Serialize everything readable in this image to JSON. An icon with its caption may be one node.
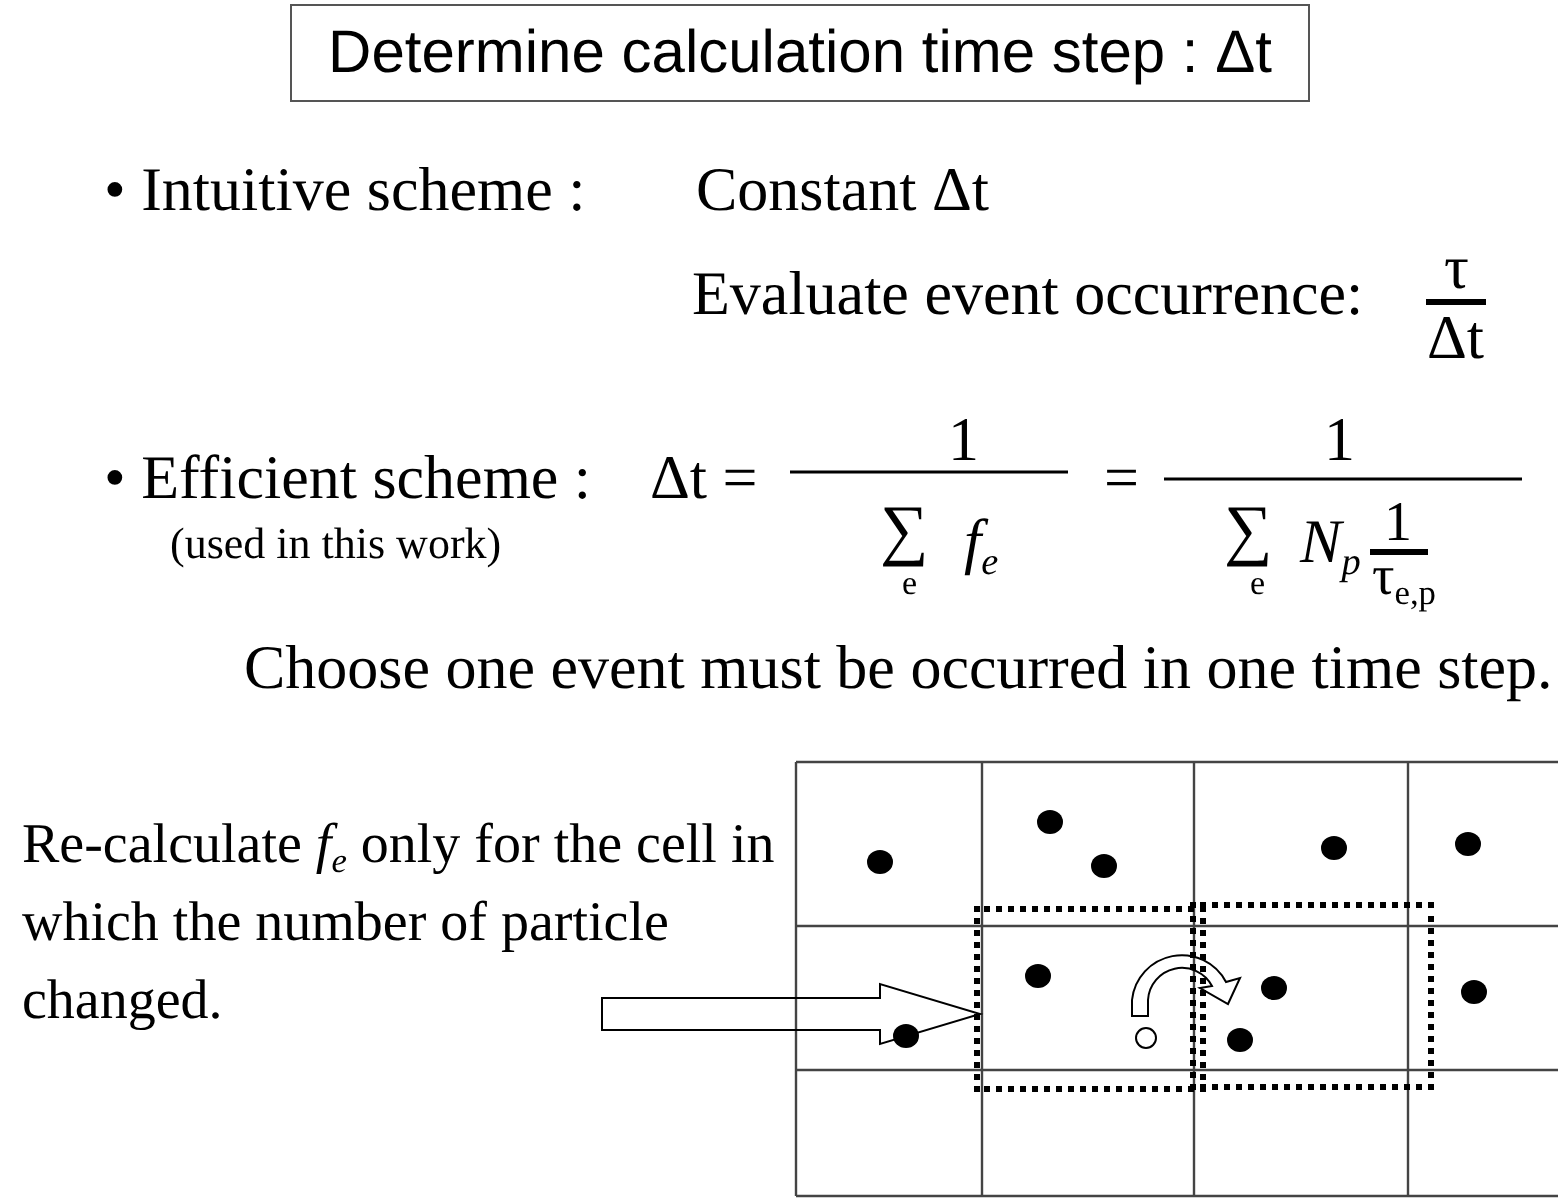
{
  "diagram": {
    "nodes": [
      {
        "text": [
          "Determine calculation time step : Δt"
        ]
      },
      {
        "text": [
          "Re-calculate *f*$_{e}$ only for the cell in which the number of particle changed."
        ]
      },
      {
        "text": [],
        "shape": "box"
      },
      {
        "text": [],
        "shape": "box"
      }
    ],
    "edges": [
      {
        "from": 1,
        "to": 2,
        "arrow": "to"
      }
    ],
    "labels": [
      "• Intuitive scheme :",
      "Constant Δt",
      "Evaluate event occurrence:",
      "τ",
      "Δt",
      "• Efficient scheme :",
      "(used in this work)",
      "Δt =",
      "1",
      "∑",
      "e",
      "*f*$_{e}$",
      "=",
      "1",
      "∑",
      "e",
      "*N*$_{p}$",
      "1",
      "τ$_{e,p}$",
      "Choose one event must be occurred in one time step."
    ]
  }
}
